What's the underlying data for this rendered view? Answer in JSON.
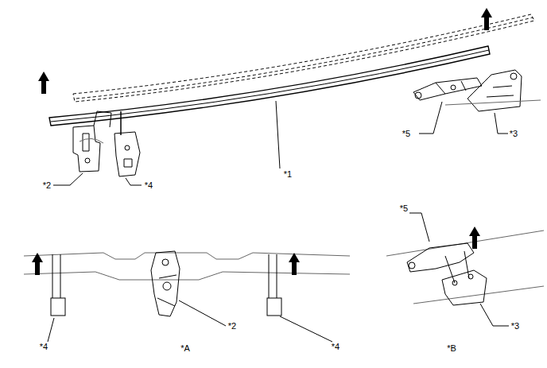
{
  "diagram": {
    "labels": [
      "*5",
      "*3",
      "*1",
      "*2",
      "*4",
      "*5",
      "*2",
      "*3",
      "*4",
      "*A",
      "*4",
      "*B"
    ]
  }
}
